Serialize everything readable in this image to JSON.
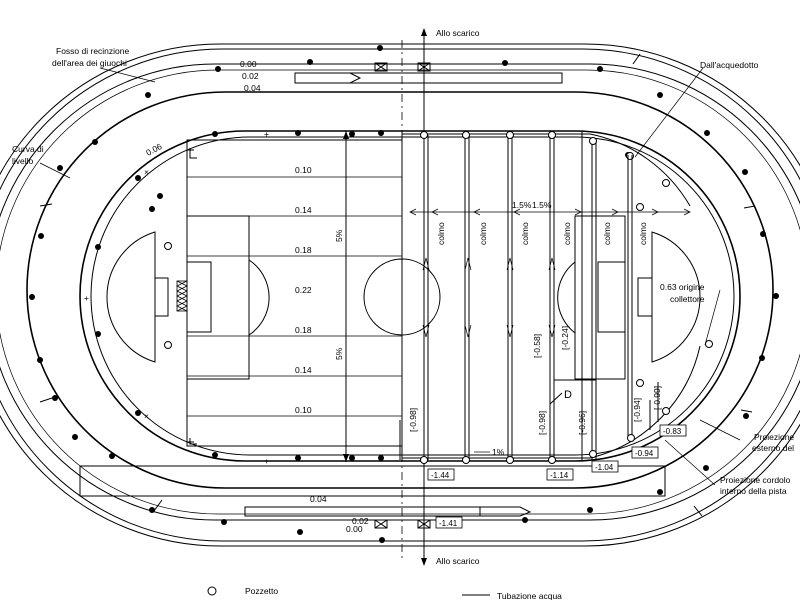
{
  "labels": {
    "allo_scarico_top": "Allo scarico",
    "allo_scarico_bottom": "Allo scarico",
    "fosso_line1": "Fosso di recinzione",
    "fosso_line2": "dell'area dei giuochi",
    "curva_line1": "Curva di",
    "curva_line2": "livello",
    "dall_acquedotto": "Dall'acquedotto",
    "origine_line1": "0.63 origine",
    "origine_line2": "collettore",
    "proiezione_esterno_line1": "Proiezione",
    "proiezione_esterno_line2": "esterno del",
    "proiezione_cordolo_line1": "Proiezione cordolo",
    "proiezione_cordolo_line2": "interno della pista",
    "pozzetto": "Pozzetto",
    "tubazione": "Tubazione acqua"
  },
  "elevations_top": [
    "0.00",
    "0.02",
    "0.04"
  ],
  "elevations_bottom": [
    "0.04",
    "0.02",
    "0.00"
  ],
  "curve_value": "0.06",
  "field_levels": [
    "0.10",
    "0.14",
    "0.18",
    "0.22",
    "0.18",
    "0.14",
    "0.10"
  ],
  "slope": "5%",
  "slope_lower": "5%",
  "colmo": "colmo",
  "cross_slope_a": "1.5%",
  "cross_slope_b": "1.5%",
  "drain_slope": "1%",
  "section_mark": "D",
  "bottom_boxes": [
    "-1.44",
    "-1.14",
    "-1.04",
    "-0.94",
    "-0.83",
    "-1.41"
  ],
  "vertical_values": [
    "[-0.98]",
    "[-0.58]",
    "[-0.24]",
    "[-0.98]",
    "[-0.96]",
    "[-0.94]",
    "[-0.99]"
  ]
}
